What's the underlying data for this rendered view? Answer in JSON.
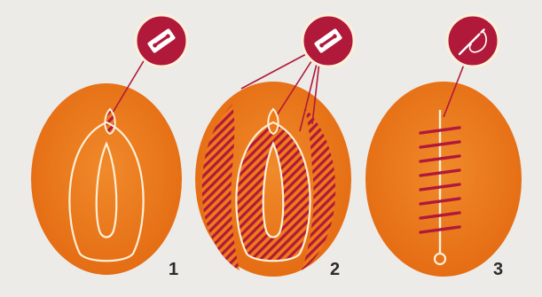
{
  "colors": {
    "background": "#ecebe7",
    "oval_fill": "#ee7a1a",
    "oval_dark": "#de6410",
    "accent": "#b0193a",
    "outline": "#fdf0d8",
    "number": "#2b2b2b"
  },
  "panels": [
    {
      "number": "1",
      "icon": "razor-blade-icon"
    },
    {
      "number": "2",
      "icon": "razor-blade-icon"
    },
    {
      "number": "3",
      "icon": "needle-thread-icon"
    }
  ]
}
